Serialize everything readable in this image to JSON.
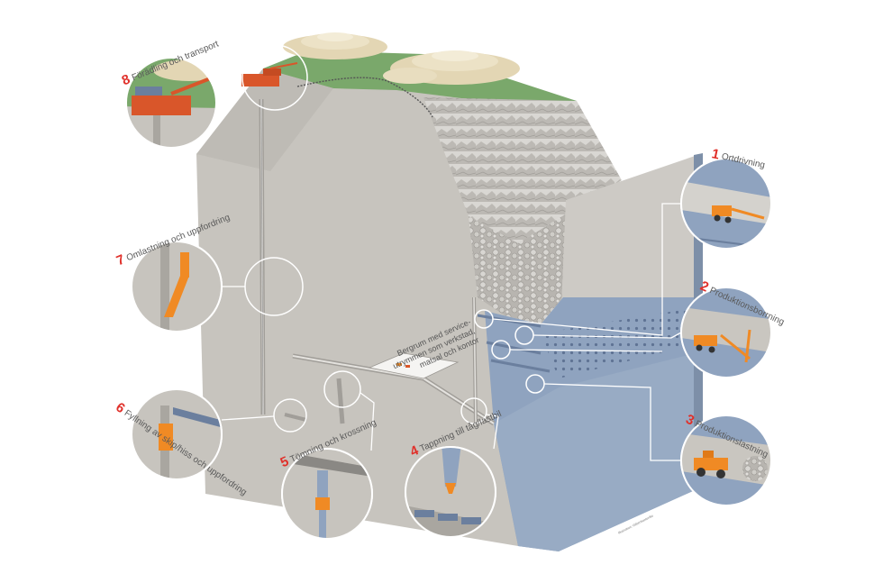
{
  "colors": {
    "rock_wall": "#c7c4be",
    "rock_wall_dark": "#a9a6a0",
    "ore_body": "#8fa3bf",
    "ore_top": "#a9b8cc",
    "grass": "#7aa86b",
    "sand_dunes": "#e3d6b4",
    "machine_orange": "#f08a24",
    "plant_red": "#d9562a",
    "accent_red": "#e0312b",
    "callout_line": "#ffffff"
  },
  "steps": [
    {
      "number": "1",
      "label": "Ortdrivning"
    },
    {
      "number": "2",
      "label": "Produktionsborrning"
    },
    {
      "number": "3",
      "label": "Produktionslastning"
    },
    {
      "number": "4",
      "label": "Tappning till tåg/lastbil"
    },
    {
      "number": "5",
      "label": "Tömning och krossning"
    },
    {
      "number": "6",
      "label": "Fyllning av skip/hiss och uppfordring"
    },
    {
      "number": "7",
      "label": "Omlastning och uppfordring"
    },
    {
      "number": "8",
      "label": "Förädling och transport"
    }
  ],
  "service_note": "Bergrum med service-\nutrymmen som verkstad,\nmatsal och kontor",
  "credit": "Illustration: Gilbertkanter/Bo"
}
